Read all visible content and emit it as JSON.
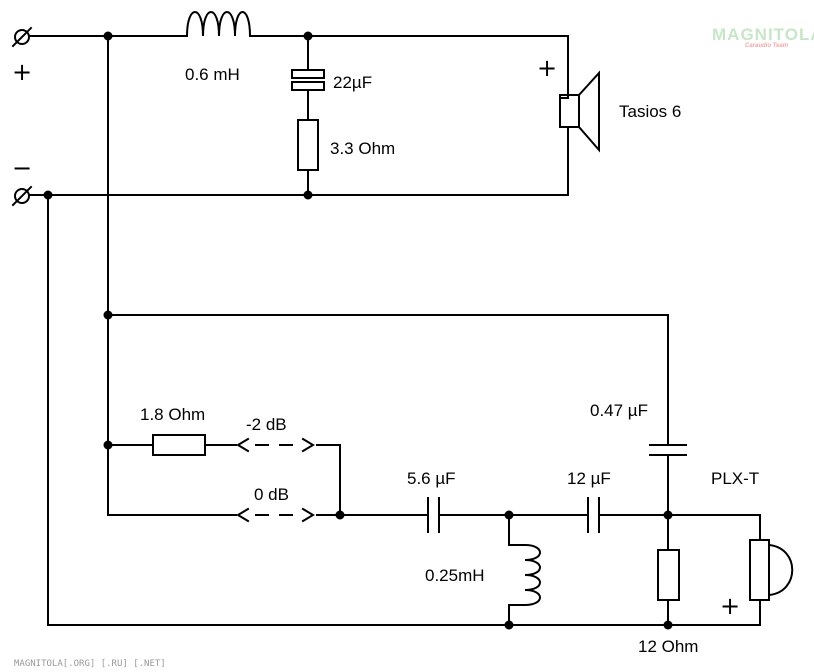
{
  "watermark": {
    "logo_text": "MAGNITOLA",
    "logo_sub": "Caraudio Team",
    "footer": "MAGNITOLA[.ORG] [.RU] [.NET]"
  },
  "terminals": {
    "plus": "+",
    "minus": "−"
  },
  "mid_section": {
    "inductor": "0.6 mH",
    "capacitor": "22µF",
    "resistor": "3.3 Ohm",
    "speaker_name": "Tasios 6",
    "speaker_polarity": "+"
  },
  "tweeter_section": {
    "cap_top": "0.47 µF",
    "resistor_attn": "1.8 Ohm",
    "switch_minus2": "-2 dB",
    "switch_0": "0 dB",
    "cap_1": "5.6 µF",
    "cap_2": "12 µF",
    "inductor": "0.25mH",
    "resistor_shunt": "12 Ohm",
    "tweeter_name": "PLX-T",
    "tweeter_polarity": "+"
  }
}
